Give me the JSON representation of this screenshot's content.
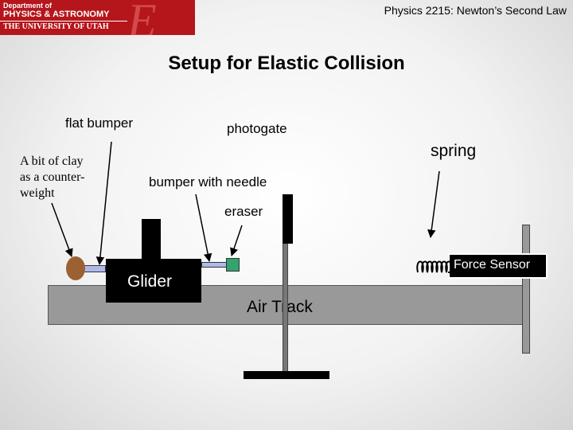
{
  "header": {
    "logo": {
      "line1": "Department of",
      "line2": "PHYSICS & ASTRONOMY",
      "line3": "THE UNIVERSITY OF UTAH",
      "mark": "E"
    },
    "course": "Physics 2215: Newton’s Second Law"
  },
  "title": "Setup for Elastic Collision",
  "labels": {
    "flat_bumper": "flat bumper",
    "photogate": "photogate",
    "spring": "spring",
    "clay_line1": "A bit of clay",
    "clay_line2": "as a counter-",
    "clay_line3": "weight",
    "bumper_needle": "bumper with needle",
    "eraser": "eraser",
    "glider": "Glider",
    "air_track": "Air Track",
    "force_sensor": "Force Sensor"
  },
  "colors": {
    "logo_red": "#b5161b",
    "clay": "#9b6133",
    "eraser": "#33a36f",
    "bumper_rod": "#b0b8ea",
    "track": "#999999",
    "spring": "#000000"
  }
}
